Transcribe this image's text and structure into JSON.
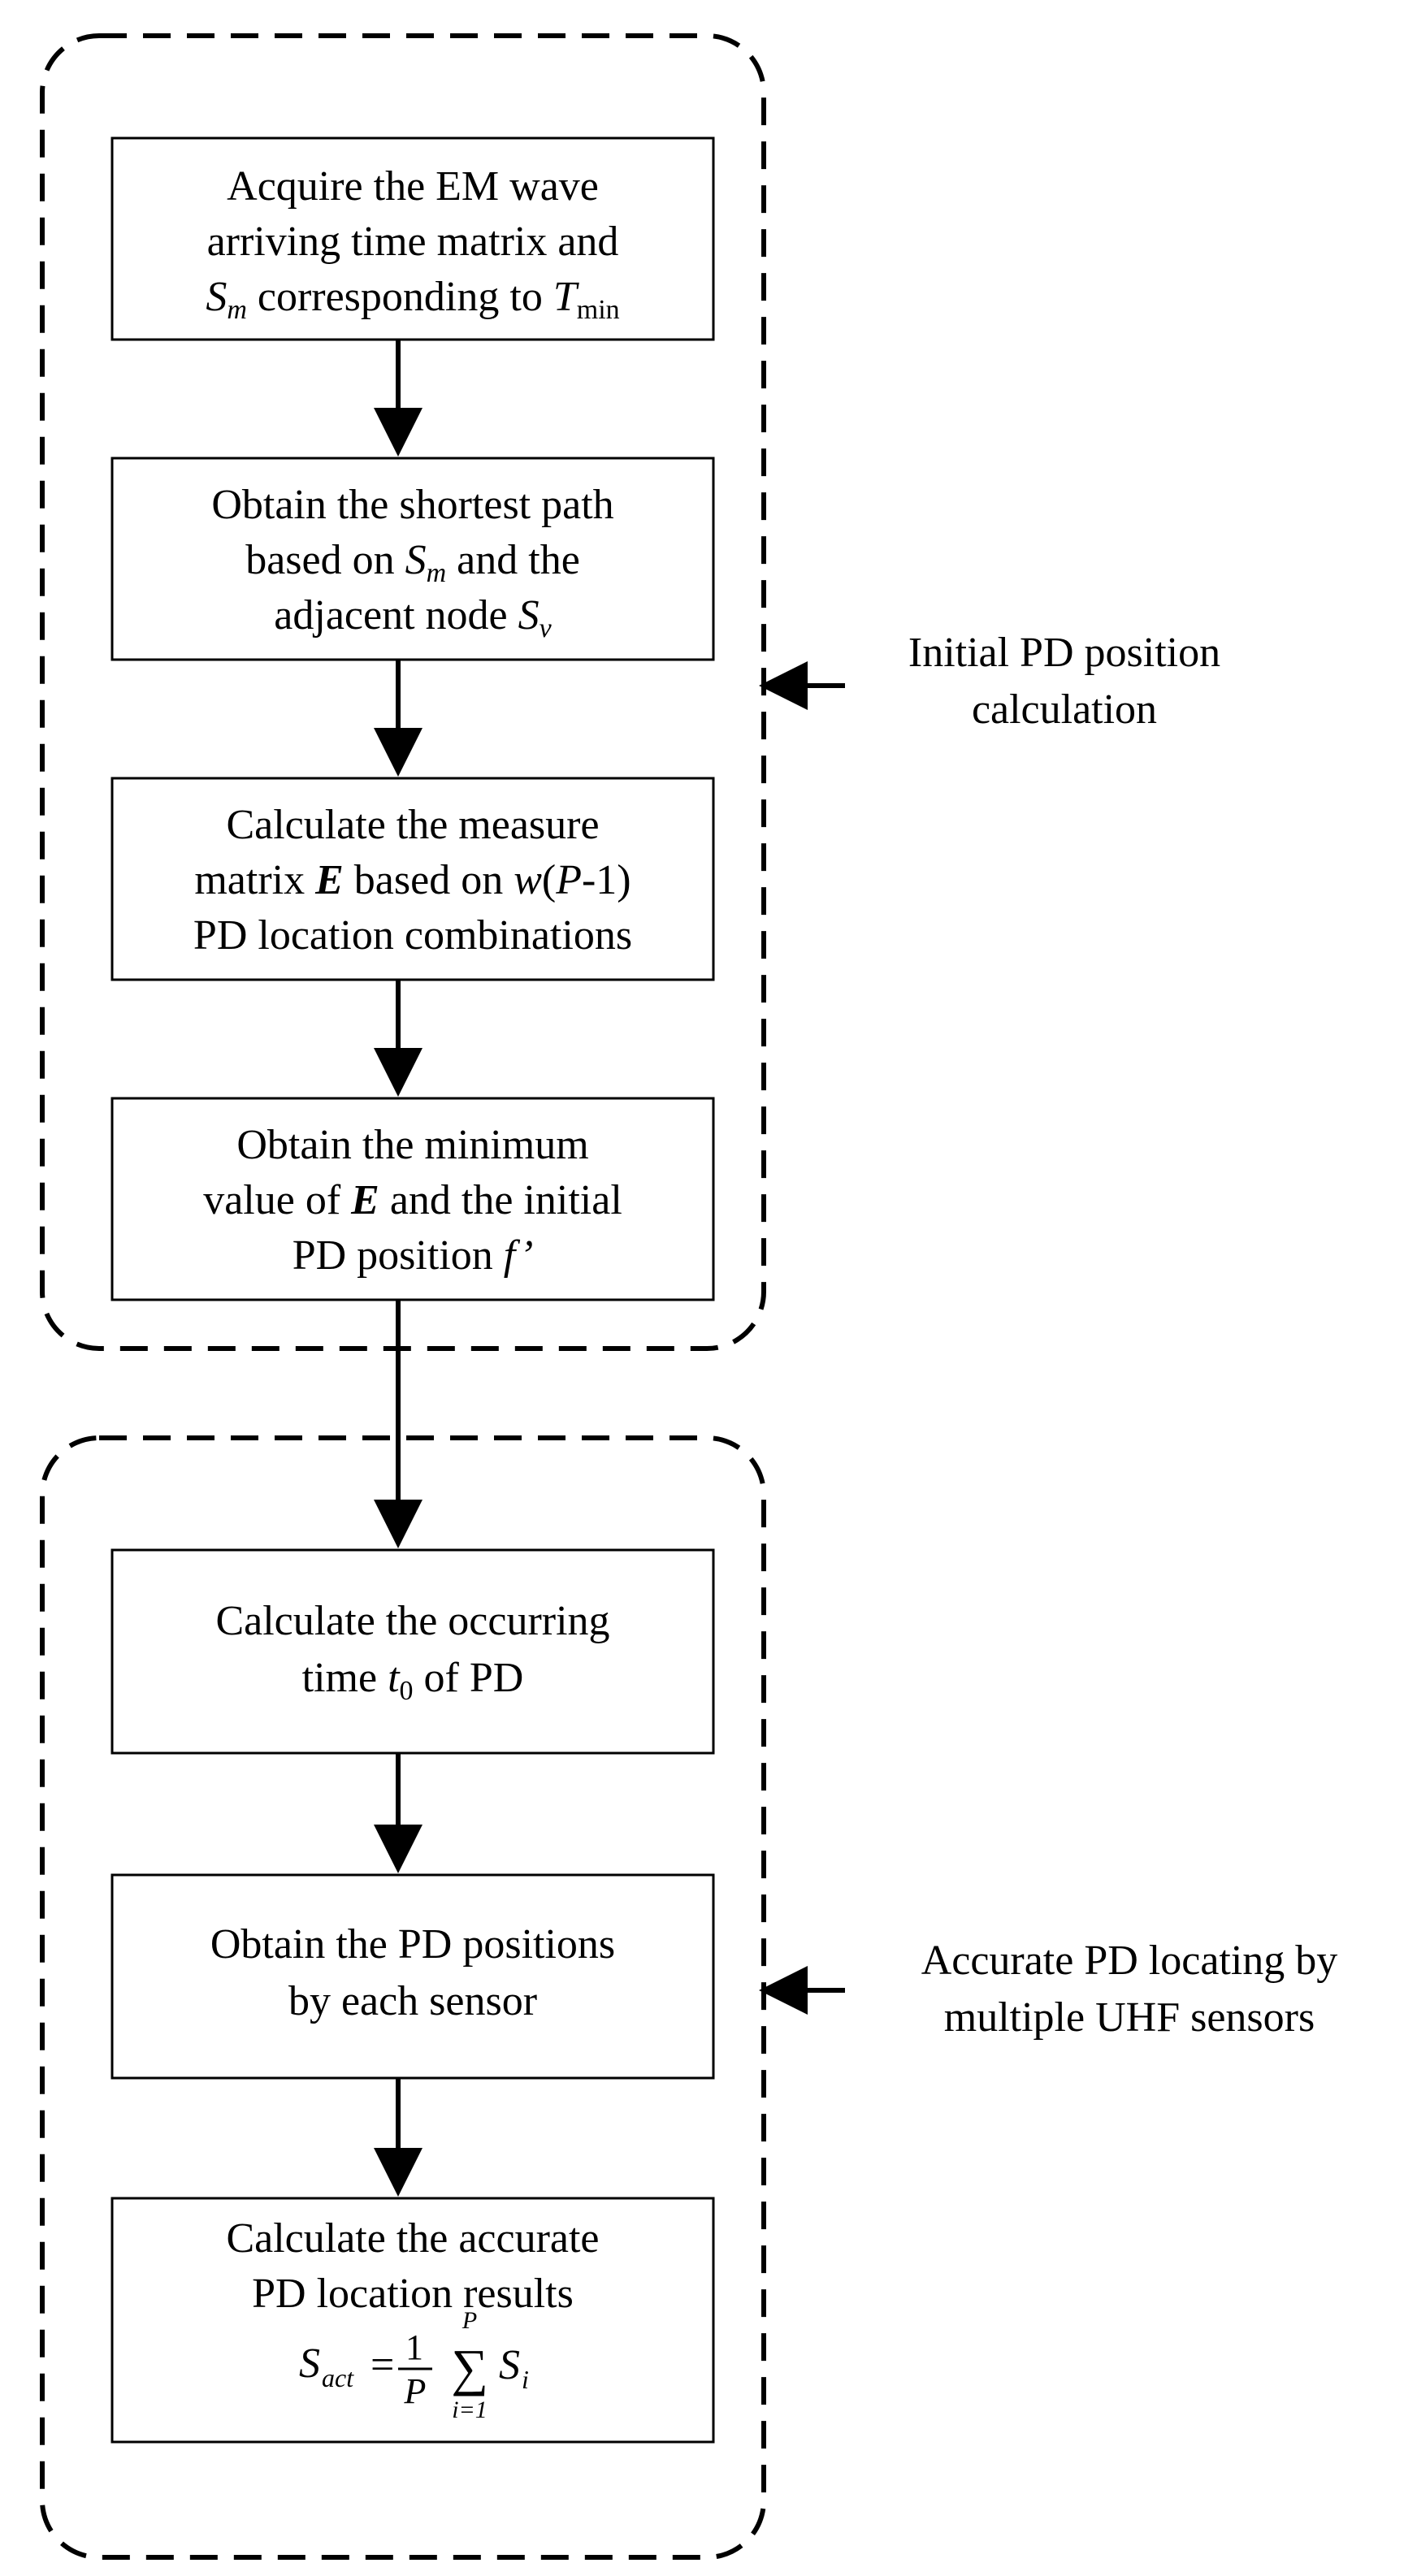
{
  "stage1": {
    "box1": {
      "line1": "Acquire the EM wave",
      "line2": "arriving time matrix and",
      "sym_s": "S",
      "sub_m": "m",
      "mid": " corresponding to ",
      "sym_t": "T",
      "sub_min": "min"
    },
    "box2": {
      "line1": "Obtain the shortest path",
      "pre": "based on ",
      "sym_s": "S",
      "sub_m": "m",
      "post": " and the",
      "line3_pre": "adjacent node ",
      "sub_v": "v"
    },
    "box3": {
      "line1": "Calculate the measure",
      "pre": "matrix ",
      "sym_e": "E",
      "mid": " based on ",
      "sym_w": "w",
      "paren_open": "(",
      "sym_p": "P",
      "paren_close": "-1)",
      "line3": "PD location combinations"
    },
    "box4": {
      "line1": "Obtain the minimum",
      "pre": "value of  ",
      "sym_e": "E",
      "post": " and the initial",
      "line3_pre": "PD position ",
      "sym_f": "f’"
    },
    "side_label": {
      "line1": "Initial PD position",
      "line2": "calculation"
    }
  },
  "stage2": {
    "box5": {
      "line1": "Calculate the occurring",
      "pre": "time ",
      "sym_t": "t",
      "sub_0": "0",
      "post": " of PD"
    },
    "box6": {
      "line1": "Obtain the  PD positions",
      "line2": "by each sensor"
    },
    "box7": {
      "line1": "Calculate the accurate",
      "line2": "PD location results",
      "formula": {
        "lhs": "S",
        "lhs_sub": "act",
        "eq": "=",
        "num": "1",
        "den": "P",
        "sigma": "∑",
        "upper": "P",
        "lower": "i=1",
        "term": "S",
        "term_sub": "i"
      }
    },
    "side_label": {
      "line1": "Accurate PD locating by",
      "line2": "multiple UHF sensors"
    }
  }
}
